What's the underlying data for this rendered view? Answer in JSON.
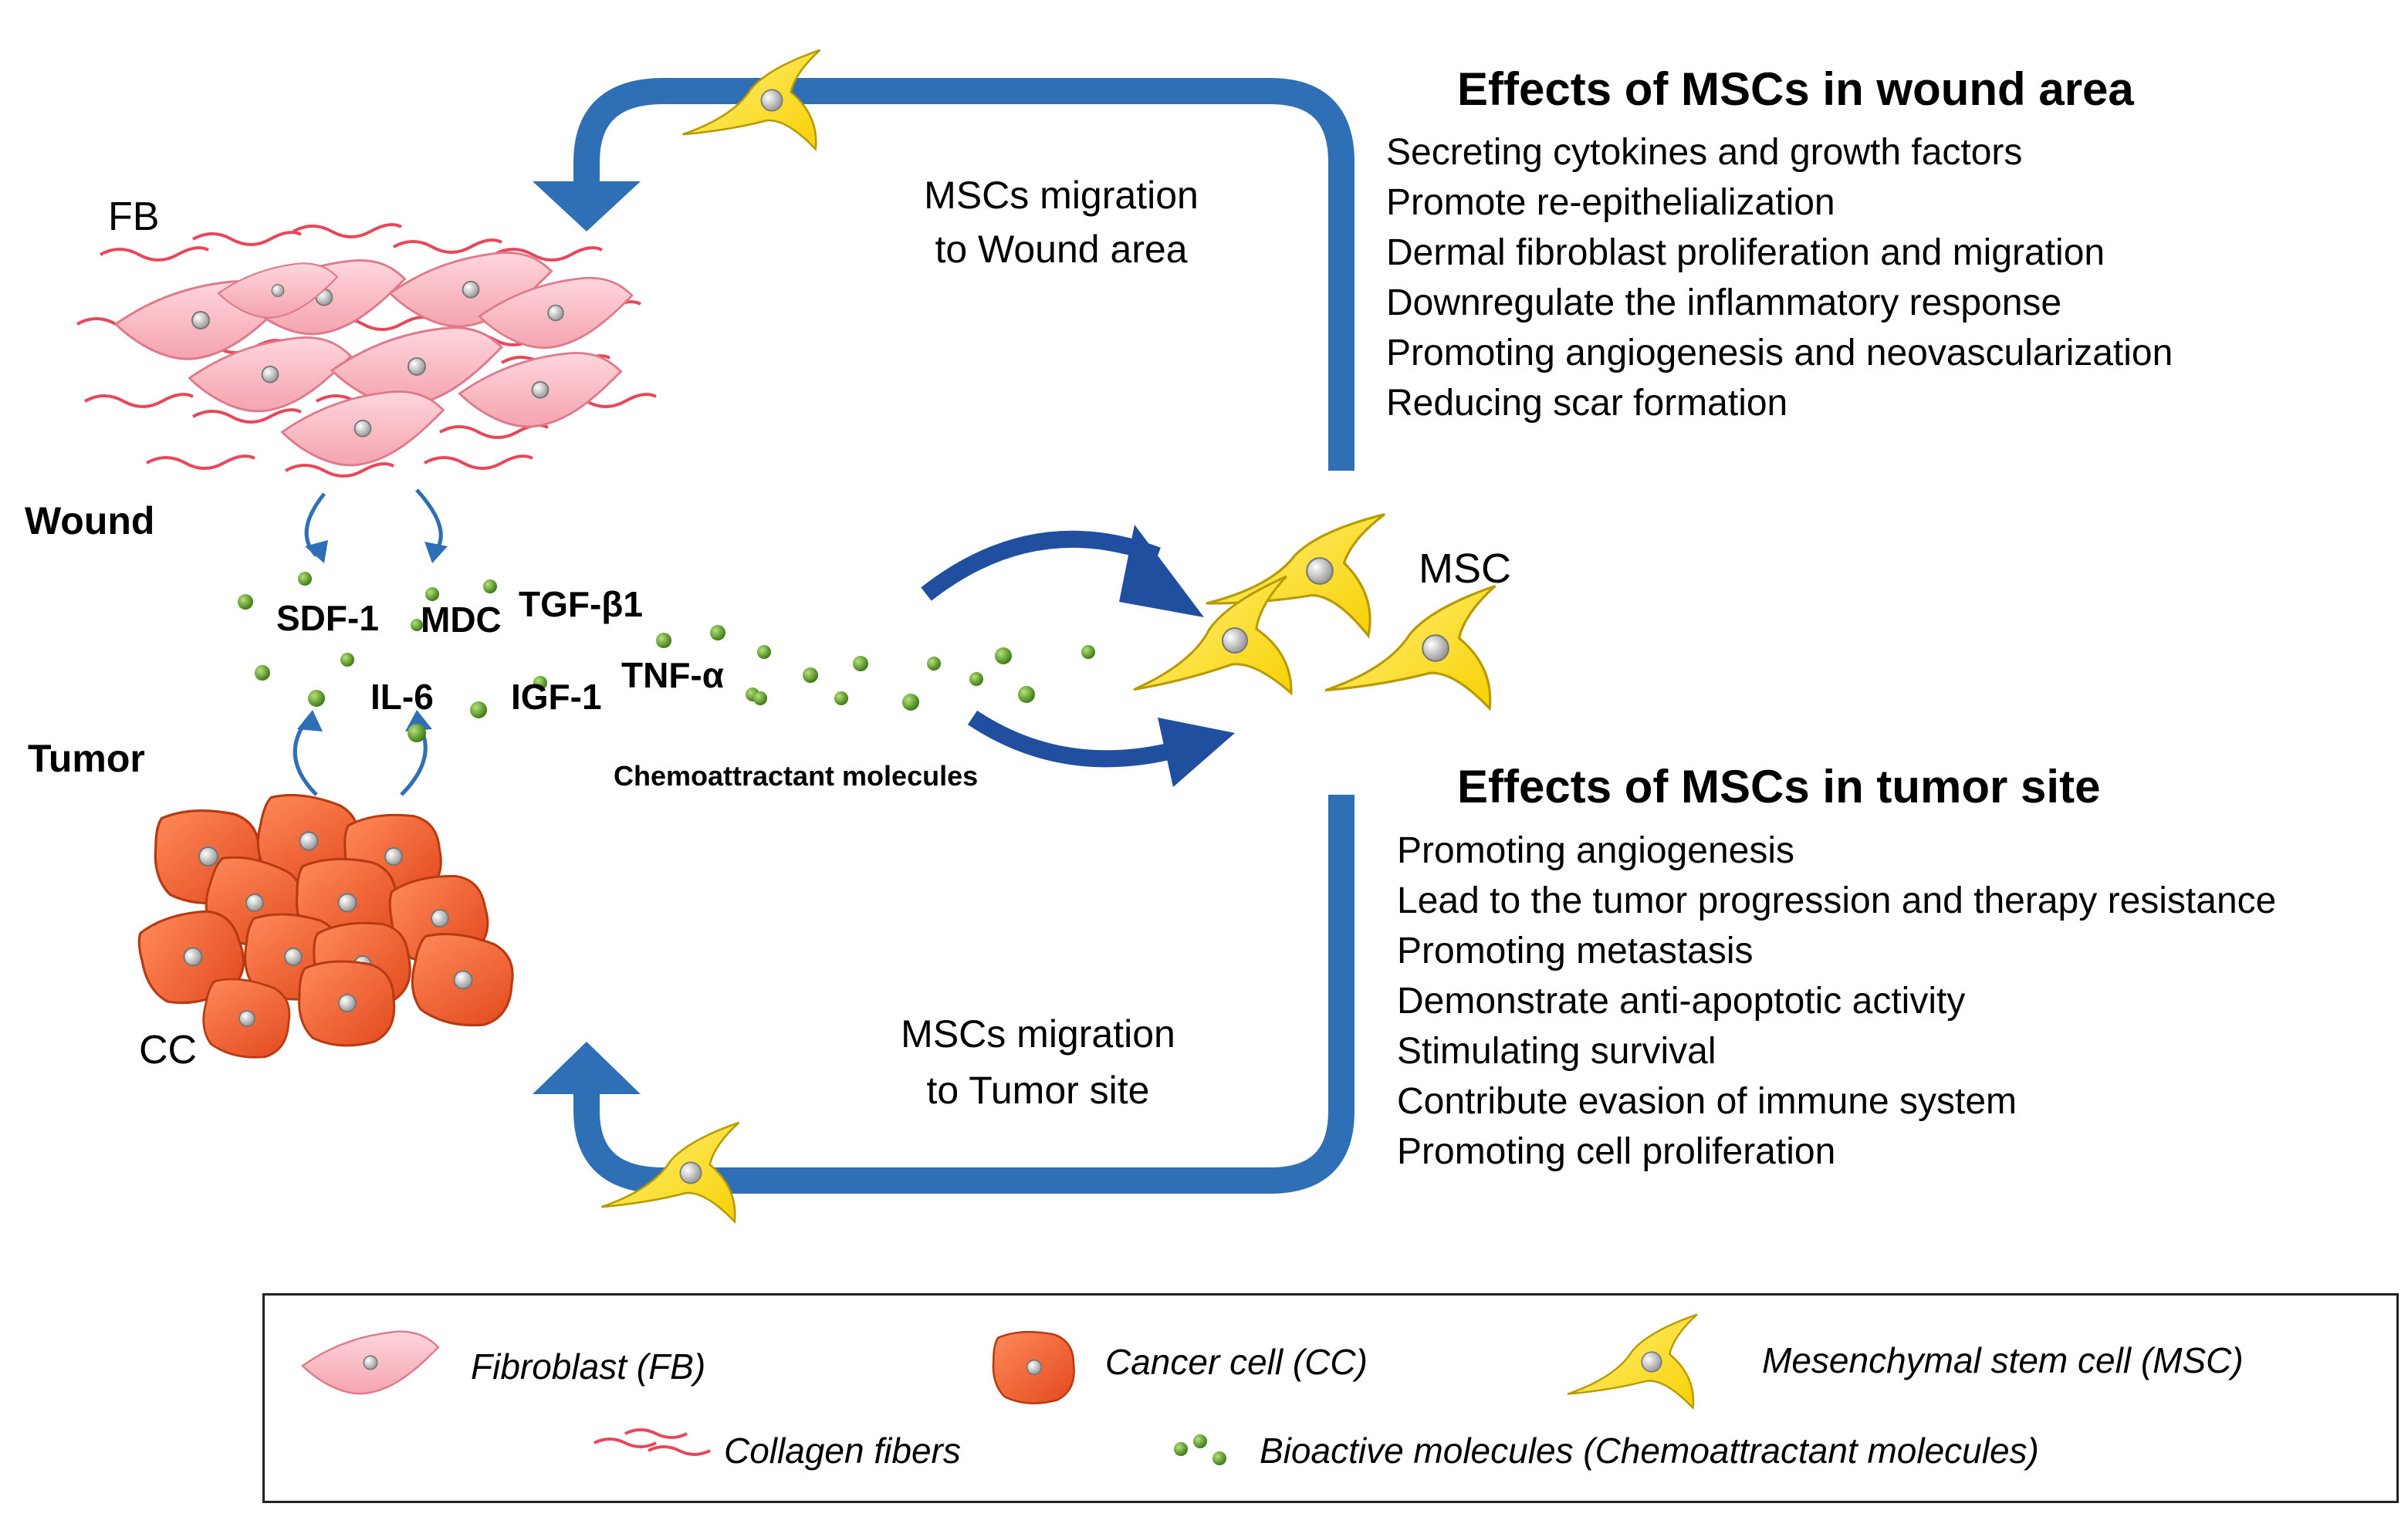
{
  "labels": {
    "fb": "FB",
    "wound": "Wound",
    "tumor": "Tumor",
    "cc": "CC",
    "msc": "MSC",
    "migration_wound": [
      "MSCs migration",
      "to Wound area"
    ],
    "migration_tumor": [
      "MSCs migration",
      "to Tumor  site"
    ],
    "chemoattractant": "Chemoattractant molecules"
  },
  "molecules": [
    "SDF-1",
    "MDC",
    "TGF-β1",
    "IL-6",
    "IGF-1",
    "TNF-α"
  ],
  "wound_effects": {
    "title": "Effects of MSCs in wound area",
    "items": [
      "Secreting cytokines and growth factors",
      "Promote re-epithelialization",
      "Dermal fibroblast proliferation and migration",
      "Downregulate the inflammatory response",
      "Promoting angiogenesis and neovascularization",
      "Reducing scar formation"
    ]
  },
  "tumor_effects": {
    "title": "Effects of MSCs in tumor site",
    "items": [
      "Promoting  angiogenesis",
      "Lead to the tumor progression and therapy resistance",
      "Promoting metastasis",
      "Demonstrate anti-apoptotic activity",
      "Stimulating survival",
      "Contribute evasion of immune system",
      "Promoting cell proliferation"
    ]
  },
  "legend": {
    "fibroblast": "Fibroblast (FB)",
    "cancer_cell": "Cancer cell (CC)",
    "msc": "Mesenchymal stem cell (MSC)",
    "collagen": "Collagen fibers",
    "bioactive": "Bioactive molecules (Chemoattractant molecules)"
  },
  "colors": {
    "arrow_blue": "#2e6fb5",
    "curve_blue": "#1f4f9e",
    "msc_yellow": "#ffe21a",
    "msc_outline": "#b89a00",
    "fibroblast_pink": "#f9b9c2",
    "fibroblast_outline": "#e07a8a",
    "cancer_orange": "#f06a38",
    "cancer_outline": "#b83a12",
    "collagen_red": "#e8475a",
    "molecule_green": "#5e9e2a",
    "nucleus_gray": "#b8b8b8"
  }
}
